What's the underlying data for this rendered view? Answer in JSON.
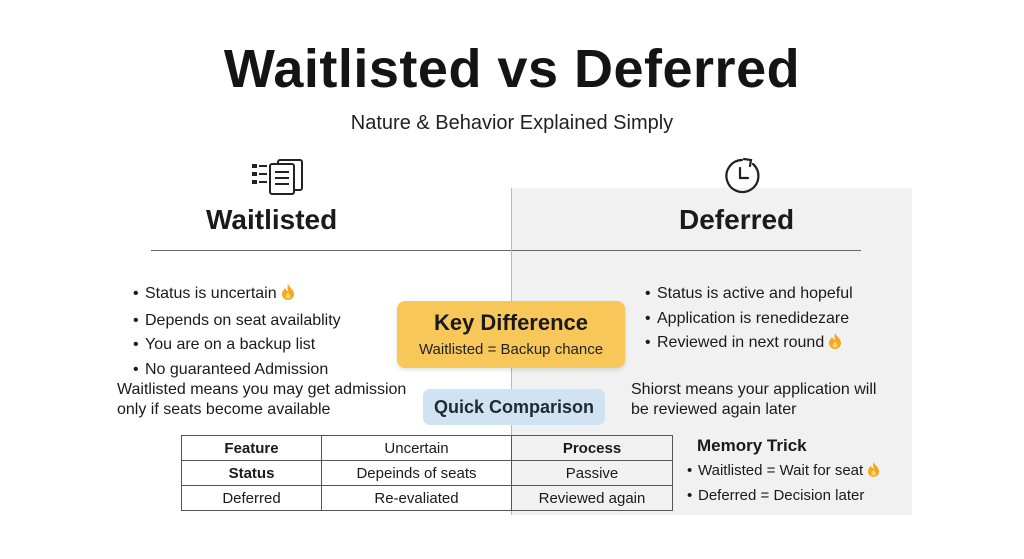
{
  "title": "Waitlisted vs Deferred",
  "subtitle": "Nature & Behavior Explained Simply",
  "left": {
    "heading": "Waitlisted",
    "icon": "list-document-icon",
    "bullets": [
      "Status is uncertain",
      "Depends on seat availablity",
      "You are on a backup list",
      "No guaranteed Admission"
    ],
    "note_line1": "Waitlisted means you may get admission",
    "note_line2": "only if seats become available"
  },
  "right": {
    "heading": "Deferred",
    "icon": "clock-icon",
    "bullets": [
      "Status is active and hopeful",
      "Application is renedidezare",
      "Reviewed in next round"
    ],
    "note_line1": "Shiorst means your application will",
    "note_line2": "be reviewed again later"
  },
  "key_difference": {
    "title": "Key Difference",
    "text": "Waitlisted = Backup chance"
  },
  "quick_comparison": "Quick Comparison",
  "table": {
    "rows": [
      [
        "Feature",
        "Uncertain",
        "Process"
      ],
      [
        "Status",
        "Depeinds of seats",
        "Passive"
      ],
      [
        "Deferred",
        "Re-evaliated",
        "Reviewed again"
      ]
    ]
  },
  "memory_trick": {
    "title": "Memory Trick",
    "items": [
      "Waitlisted = Wait for seat",
      "Deferred = Decision later"
    ]
  },
  "colors": {
    "key_box": "#f7c75a",
    "quick_box": "#cfe3f3",
    "right_panel": "#f1f1f1",
    "flame": "#f5a623"
  },
  "bullet_symbol": "•",
  "emoji_icon": "flame-emoji-icon"
}
